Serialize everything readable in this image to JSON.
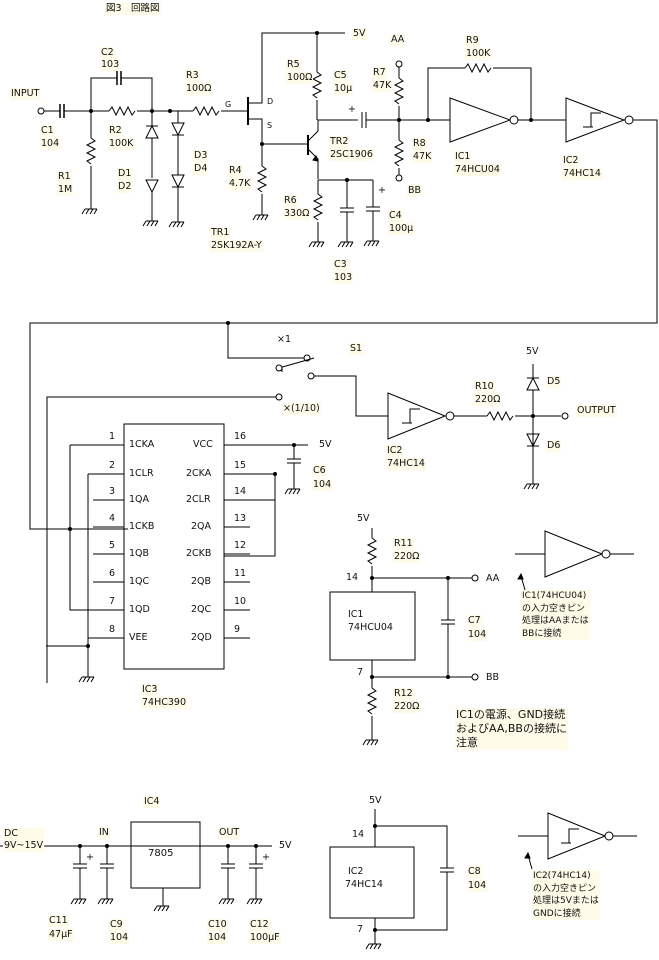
{
  "figure": {
    "title": "図3　回路図"
  },
  "supply": {
    "v5": "5V",
    "dc_in": "DC\n9V~15V"
  },
  "input_label": "INPUT",
  "output_label": "OUTPUT",
  "nodes": {
    "aa": "AA",
    "bb": "BB"
  },
  "components": {
    "c1": {
      "ref": "C1",
      "value": "104"
    },
    "c2": {
      "ref": "C2",
      "value": "103"
    },
    "r1": {
      "ref": "R1",
      "value": "1M"
    },
    "r2": {
      "ref": "R2",
      "value": "100K"
    },
    "r3": {
      "ref": "R3",
      "value": "100Ω"
    },
    "d1": {
      "ref": "D1"
    },
    "d2": {
      "ref": "D2"
    },
    "d3": {
      "ref": "D3"
    },
    "d4": {
      "ref": "D4"
    },
    "r4": {
      "ref": "R4",
      "value": "4.7K"
    },
    "tr1": {
      "ref": "TR1",
      "value": "2SK192A-Y"
    },
    "r5": {
      "ref": "R5",
      "value": "100Ω"
    },
    "c5": {
      "ref": "C5",
      "value": "10μ"
    },
    "tr2": {
      "ref": "TR2",
      "value": "2SC1906"
    },
    "r6": {
      "ref": "R6",
      "value": "330Ω"
    },
    "c3": {
      "ref": "C3",
      "value": "103"
    },
    "c4": {
      "ref": "C4",
      "value": "100μ"
    },
    "r7": {
      "ref": "R7",
      "value": "47K"
    },
    "r8": {
      "ref": "R8",
      "value": "47K"
    },
    "r9": {
      "ref": "R9",
      "value": "100K"
    },
    "ic1": {
      "ref": "IC1",
      "value": "74HCU04"
    },
    "ic2": {
      "ref": "IC2",
      "value": "74HC14"
    },
    "s1": {
      "ref": "S1",
      "pos1": "×1",
      "pos2": "×(1/10)"
    },
    "r10": {
      "ref": "R10",
      "value": "220Ω"
    },
    "d5": {
      "ref": "D5"
    },
    "d6": {
      "ref": "D6"
    },
    "ic3": {
      "ref": "IC3",
      "value": "74HC390"
    },
    "c6": {
      "ref": "C6",
      "value": "104"
    },
    "r11": {
      "ref": "R11",
      "value": "220Ω"
    },
    "r12": {
      "ref": "R12",
      "value": "220Ω"
    },
    "c7": {
      "ref": "C7",
      "value": "104"
    },
    "ic4": {
      "ref": "IC4",
      "value": "7805",
      "in": "IN",
      "out": "OUT"
    },
    "c8": {
      "ref": "C8",
      "value": "104"
    },
    "c9": {
      "ref": "C9",
      "value": "104"
    },
    "c10": {
      "ref": "C10",
      "value": "104"
    },
    "c11": {
      "ref": "C11",
      "value": "47μF"
    },
    "c12": {
      "ref": "C12",
      "value": "100μF"
    }
  },
  "ic_gates": {
    "s": "S",
    "g": "G",
    "d": "D"
  },
  "ic3_pins": {
    "left": [
      {
        "num": "1",
        "name": "1CKA"
      },
      {
        "num": "2",
        "name": "1CLR"
      },
      {
        "num": "3",
        "name": "1QA"
      },
      {
        "num": "4",
        "name": "1CKB"
      },
      {
        "num": "5",
        "name": "1QB"
      },
      {
        "num": "6",
        "name": "1QC"
      },
      {
        "num": "7",
        "name": "1QD"
      },
      {
        "num": "8",
        "name": "VEE"
      }
    ],
    "right": [
      {
        "num": "16",
        "name": "VCC"
      },
      {
        "num": "15",
        "name": "2CKA"
      },
      {
        "num": "14",
        "name": "2CLR"
      },
      {
        "num": "13",
        "name": "2QA"
      },
      {
        "num": "12",
        "name": "2CKB"
      },
      {
        "num": "11",
        "name": "2QB"
      },
      {
        "num": "10",
        "name": "2QC"
      },
      {
        "num": "9",
        "name": "2QD"
      }
    ]
  },
  "pin_numbers": {
    "p14": "14",
    "p7": "7"
  },
  "notes": {
    "ic1_unused": "IC1(74HCU04)\nの入力空きピン\n処理はAAまたは\nBBに接続",
    "ic1_power": "IC1の電源、GND接続\nおよびAA,BBの接続に\n注意",
    "ic2_unused": "IC2(74HC14)\nの入力空きピン\n処理は5Vまたは\nGNDに接続"
  }
}
